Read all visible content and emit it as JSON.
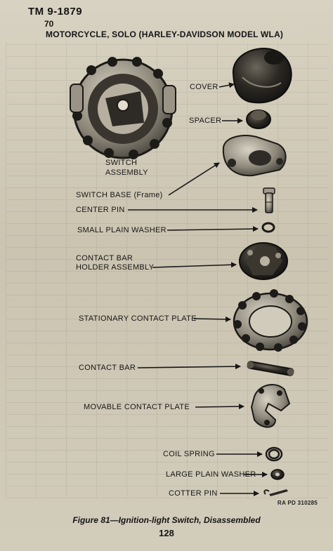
{
  "header": {
    "manual_id": "TM 9-1879",
    "page_ref": "70",
    "title": "MOTORCYCLE, SOLO (HARLEY-DAVIDSON MODEL WLA)"
  },
  "labels": {
    "cover": "COVER",
    "spacer": "SPACER",
    "switch_assembly_1": "SWITCH",
    "switch_assembly_2": "ASSEMBLY",
    "switch_base": "SWITCH BASE (Frame)",
    "center_pin": "CENTER PIN",
    "small_washer": "SMALL PLAIN WASHER",
    "holder_1": "CONTACT BAR",
    "holder_2": "HOLDER ASSEMBLY",
    "stationary_plate": "STATIONARY CONTACT PLATE",
    "contact_bar": "CONTACT BAR",
    "movable_plate": "MOVABLE CONTACT PLATE",
    "coil_spring": "COIL SPRING",
    "large_washer": "LARGE PLAIN WASHER",
    "cotter_pin": "COTTER PIN"
  },
  "ra_ref": "RA PD 310285",
  "caption": "Figure 81—Ignition-light Switch, Disassembled",
  "page_number": "128",
  "colors": {
    "paper": "#d4cebd",
    "ink": "#161616",
    "metal": "#2a2723"
  }
}
